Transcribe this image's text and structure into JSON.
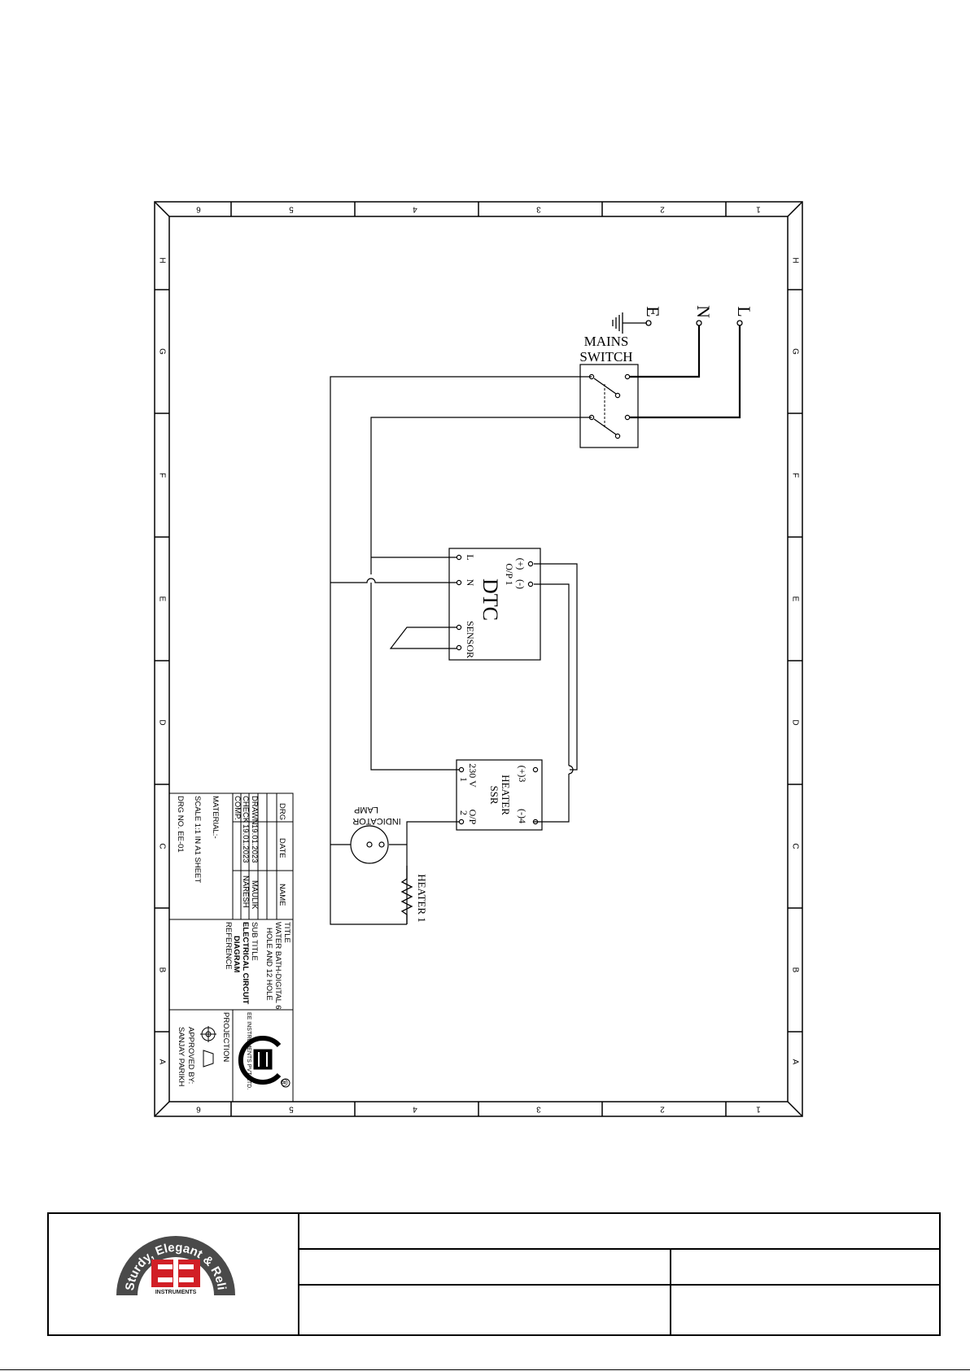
{
  "frame": {
    "col_labels": [
      "6",
      "5",
      "4",
      "3",
      "2",
      "1"
    ],
    "row_labels": [
      "H",
      "G",
      "F",
      "E",
      "D",
      "C",
      "B",
      "A"
    ]
  },
  "mains": {
    "labels": {
      "e": "E",
      "n": "N",
      "l": "L"
    },
    "switch_title": [
      "MAINS",
      "SWITCH"
    ]
  },
  "dtc": {
    "name": "DTC",
    "op_label": "O/P 1",
    "op_plus": "(+)",
    "op_minus": "(-)",
    "l_label": "L",
    "n_label": "N",
    "sensor_label": "SENSOR"
  },
  "ssr": {
    "name_line1": "HEATER",
    "name_line2": "SSR",
    "t3": "(+)3",
    "t4": "(-)4",
    "v230": "230 V",
    "op": "O/P",
    "p1": "1",
    "p2": "2"
  },
  "indicator": {
    "line1": "INDICATOR",
    "line2": "LAMP"
  },
  "heater": {
    "label": "HEATER 1"
  },
  "title_block": {
    "drg": "DRG",
    "date_hdr": "DATE",
    "name_hdr": "NAME",
    "drawn": "DRAWN",
    "drawn_date": "19.01.2023",
    "drawn_name": "MAULIK",
    "check": "CHECK",
    "check_date": "19.01.2023",
    "check_name": "NARESH",
    "comp": "COMP.",
    "material": "MATERIAL:-",
    "scale": "SCALE 1:1 IN A1 SHEET",
    "drg_no": "DRG NO. EE-01",
    "title_lbl": "TITLE",
    "title_1": "WATER BATH-DIGITAL 6",
    "title_2": "HOLE AND 12 HOLE",
    "sub_title_lbl": "SUB TITLE",
    "sub_1": "ELECTRICAL CIRCUIT",
    "sub_2": "DIAGRAM",
    "reference": "REFERENCE",
    "company": "EE INSTRUMENTS PVT. LTD.",
    "projection": "PROJECTION",
    "approved_by": "APPROVED BY:",
    "approver": "SANJAY PARIKH",
    "reg": "®"
  },
  "footer_logo": {
    "arc_text": "Sturdy, Elegant & Reliable",
    "brand": "INSTRUMENTS",
    "brand_color": "#d11f26",
    "arc_color": "#4a4a4a"
  }
}
